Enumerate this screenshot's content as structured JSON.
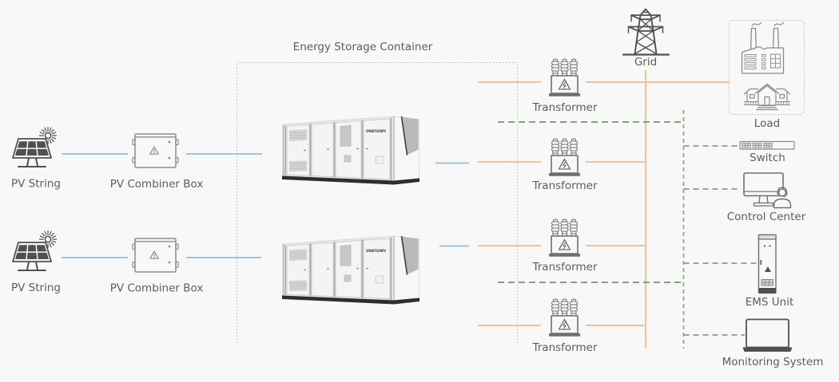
{
  "storage_container_group": {
    "label": "Energy Storage Container"
  },
  "pv_branches": [
    {
      "pv_string": {
        "label": "PV String",
        "icon": "solar-panel-icon"
      },
      "combiner_box": {
        "label": "PV Combiner Box",
        "icon": "combiner-box-icon"
      },
      "storage_cabinet": {
        "brand_mark": "SMARTSUNPV",
        "icon": "storage-cabinet-image"
      }
    },
    {
      "pv_string": {
        "label": "PV String",
        "icon": "solar-panel-icon"
      },
      "combiner_box": {
        "label": "PV Combiner Box",
        "icon": "combiner-box-icon"
      },
      "storage_cabinet": {
        "brand_mark": "SMARTSUNPV",
        "icon": "storage-cabinet-image"
      }
    }
  ],
  "transformers": [
    {
      "label": "Transformer",
      "icon": "transformer-icon"
    },
    {
      "label": "Transformer",
      "icon": "transformer-icon"
    },
    {
      "label": "Transformer",
      "icon": "transformer-icon"
    },
    {
      "label": "Transformer",
      "icon": "transformer-icon"
    }
  ],
  "grid": {
    "label": "Grid",
    "icon": "transmission-tower-icon"
  },
  "load": {
    "label": "Load",
    "icons": [
      "factory-icon",
      "house-icon"
    ]
  },
  "communication_devices": [
    {
      "label": "Switch",
      "icon": "network-switch-icon"
    },
    {
      "label": "Control Center",
      "icon": "control-center-icon"
    },
    {
      "label": "EMS Unit",
      "icon": "ems-cabinet-icon"
    },
    {
      "label": "Monitoring System",
      "icon": "laptop-icon"
    }
  ],
  "links": [
    {
      "from": "pv_branches.0.pv_string",
      "to": "pv_branches.0.combiner_box",
      "line": "pv_storage_power_line"
    },
    {
      "from": "pv_branches.0.combiner_box",
      "to": "pv_branches.0.storage_cabinet",
      "line": "pv_storage_power_line"
    },
    {
      "from": "pv_branches.0.storage_cabinet",
      "to": "transformers.1",
      "line": "pv_storage_power_line"
    },
    {
      "from": "pv_branches.1.pv_string",
      "to": "pv_branches.1.combiner_box",
      "line": "pv_storage_power_line"
    },
    {
      "from": "pv_branches.1.combiner_box",
      "to": "pv_branches.1.storage_cabinet",
      "line": "pv_storage_power_line"
    },
    {
      "from": "pv_branches.1.storage_cabinet",
      "to": "transformers.2",
      "line": "pv_storage_power_line"
    },
    {
      "from": "transformers.0",
      "to": "grid",
      "line": "grid_power_line"
    },
    {
      "from": "transformers.1",
      "to": "grid",
      "line": "grid_power_line"
    },
    {
      "from": "transformers.2",
      "to": "grid",
      "line": "grid_power_line"
    },
    {
      "from": "transformers.3",
      "to": "grid",
      "line": "grid_power_line"
    },
    {
      "from": "grid",
      "to": "load",
      "line": "grid_power_line"
    },
    {
      "from": "pv_branches.0.storage_cabinet",
      "to": "communication_devices",
      "line": "communication_line"
    },
    {
      "from": "pv_branches.1.storage_cabinet",
      "to": "communication_devices",
      "line": "communication_line"
    }
  ],
  "colors": {
    "pv_storage_power_line": "#9fc4d6",
    "grid_power_line": "#f2c29a",
    "communication_line": "#7aab6e",
    "group_border": "#c4c4c4",
    "label_text": "#5c5c5c",
    "icon": "#6e6e6e",
    "icon_light": "#8c8c8c",
    "icon_dark": "#505050",
    "background": "#f8f8f8"
  }
}
